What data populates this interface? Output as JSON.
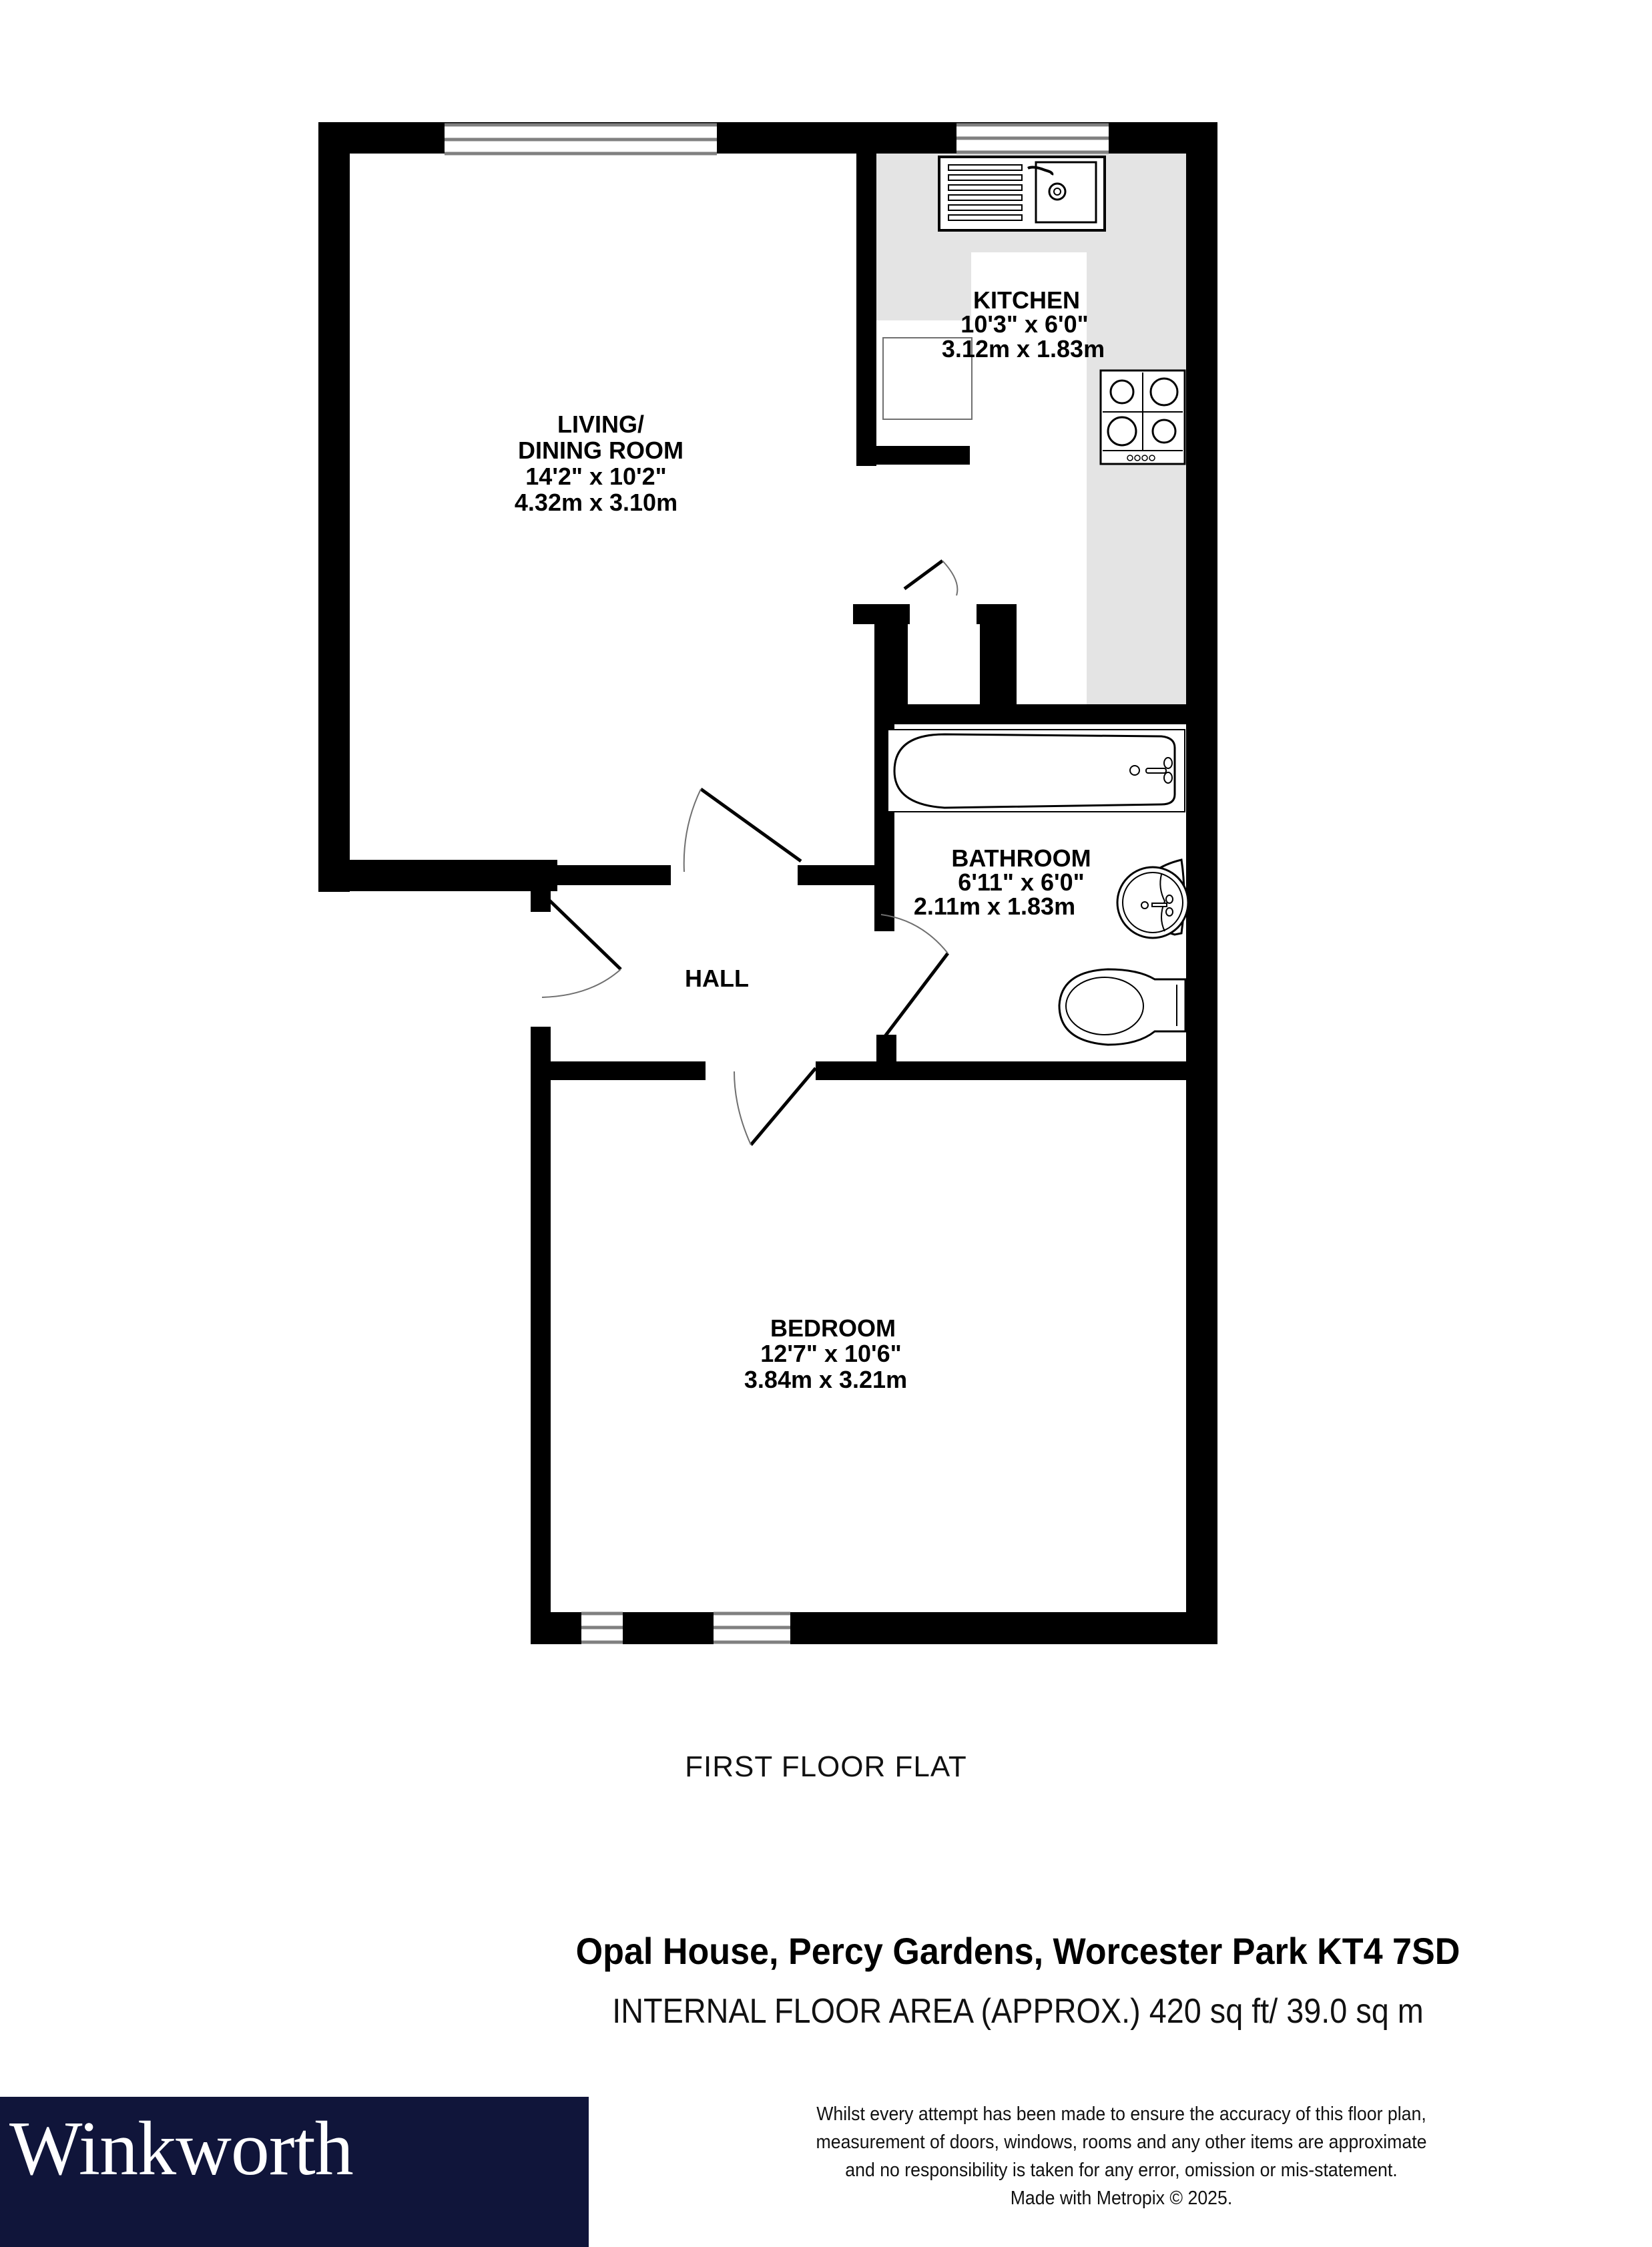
{
  "floor_plan": {
    "floor_name": "FIRST FLOOR FLAT",
    "rooms": {
      "living": {
        "name_line1": "LIVING/",
        "name_line2": "DINING ROOM",
        "imperial": "14'2\"  x 10'2\"",
        "metric": "4.32m  x 3.10m"
      },
      "kitchen": {
        "name": "KITCHEN",
        "imperial": "10'3\"  x 6'0\"",
        "metric": "3.12m  x 1.83m"
      },
      "bathroom": {
        "name": "BATHROOM",
        "imperial": "6'11\"  x 6'0\"",
        "metric": "2.11m  x 1.83m"
      },
      "hall": {
        "name": "HALL"
      },
      "bedroom": {
        "name": "BEDROOM",
        "imperial": "12'7\"  x 10'6\"",
        "metric": "3.84m  x 3.21m"
      }
    },
    "fixtures": [
      "sink-icon",
      "hob-icon",
      "bath-icon",
      "basin-icon",
      "toilet-icon",
      "cupboard-icon"
    ],
    "colors": {
      "walls": "#000000",
      "kitchen_floor": "#e4e4e4",
      "windows": "#808080"
    }
  },
  "property": {
    "address": "Opal House, Percy Gardens, Worcester Park KT4 7SD",
    "area": "INTERNAL FLOOR AREA (APPROX.) 420 sq ft/ 39.0 sq m"
  },
  "branding": {
    "logo_text": "Winkworth",
    "logo_bg": "#10153a"
  },
  "disclaimer": {
    "lines": [
      "Whilst every attempt has been made to ensure the accuracy of this floor plan,",
      "measurement of doors, windows, rooms and any other items are approximate",
      "and no responsibility is taken for any error, omission or mis-statement.",
      "Made with Metropix © 2025."
    ]
  }
}
